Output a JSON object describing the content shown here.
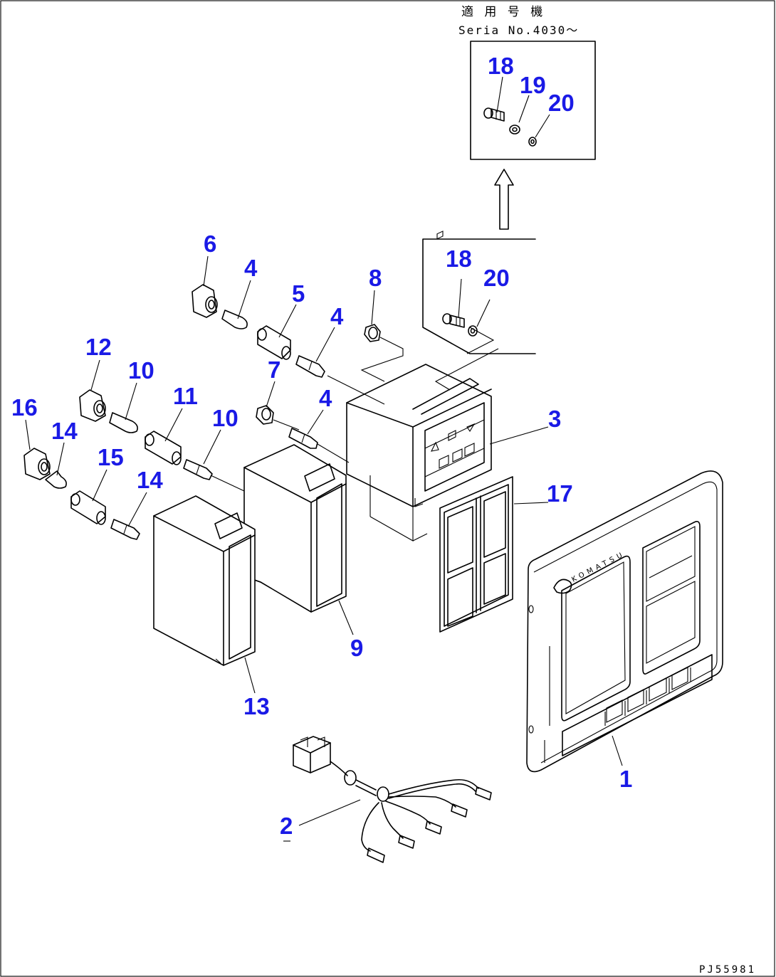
{
  "header": {
    "applicable_serial_jp": "適 用 号 機",
    "serial_range": "Seria  No.4030～"
  },
  "drawing_code": "PJ55981",
  "brand_text": "KOMATSU",
  "callout_color": "#1a1ae6",
  "callouts": [
    {
      "id": "c1",
      "label": "1"
    },
    {
      "id": "c2",
      "label": "2"
    },
    {
      "id": "c3",
      "label": "3"
    },
    {
      "id": "c4a",
      "label": "4"
    },
    {
      "id": "c4b",
      "label": "4"
    },
    {
      "id": "c4c",
      "label": "4"
    },
    {
      "id": "c5",
      "label": "5"
    },
    {
      "id": "c6",
      "label": "6"
    },
    {
      "id": "c7",
      "label": "7"
    },
    {
      "id": "c8",
      "label": "8"
    },
    {
      "id": "c9",
      "label": "9"
    },
    {
      "id": "c10a",
      "label": "10"
    },
    {
      "id": "c10b",
      "label": "10"
    },
    {
      "id": "c11",
      "label": "11"
    },
    {
      "id": "c12",
      "label": "12"
    },
    {
      "id": "c13",
      "label": "13"
    },
    {
      "id": "c14a",
      "label": "14"
    },
    {
      "id": "c14b",
      "label": "14"
    },
    {
      "id": "c15",
      "label": "15"
    },
    {
      "id": "c16",
      "label": "16"
    },
    {
      "id": "c17",
      "label": "17"
    },
    {
      "id": "c18a",
      "label": "18"
    },
    {
      "id": "c18b",
      "label": "18"
    },
    {
      "id": "c19",
      "label": "19"
    },
    {
      "id": "c20a",
      "label": "20"
    },
    {
      "id": "c20b",
      "label": "20"
    }
  ]
}
